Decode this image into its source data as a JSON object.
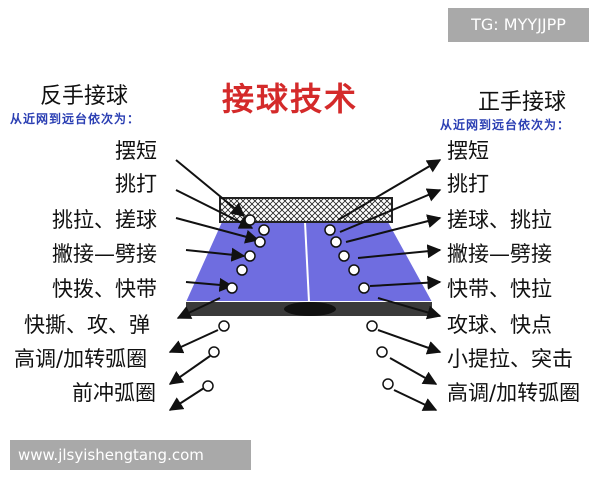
{
  "watermark_top": "TG: MYYJJPP",
  "watermark_bottom": "www.jlsyishengtang.com",
  "title": "接球技术",
  "left": {
    "heading": "反手接球",
    "subheading": "从近网到远台依次为：",
    "items": [
      "摆短",
      "挑打",
      "挑拉、搓球",
      "撇接—劈接",
      "快拨、快带",
      "快撕、攻、弹",
      "高调/加转弧圈",
      "前冲弧圈"
    ]
  },
  "right": {
    "heading": "正手接球",
    "subheading": "从近网到远台依次为：",
    "items": [
      "摆短",
      "挑打",
      "搓球、挑拉",
      "撇接—劈接",
      "快带、快拉",
      "攻球、快点",
      "小提拉、突击",
      "高调/加转弧圈"
    ]
  },
  "colors": {
    "title": "#d42a2a",
    "subheading": "#2b3fb3",
    "table": "#6f6de0",
    "net": "#222222"
  }
}
